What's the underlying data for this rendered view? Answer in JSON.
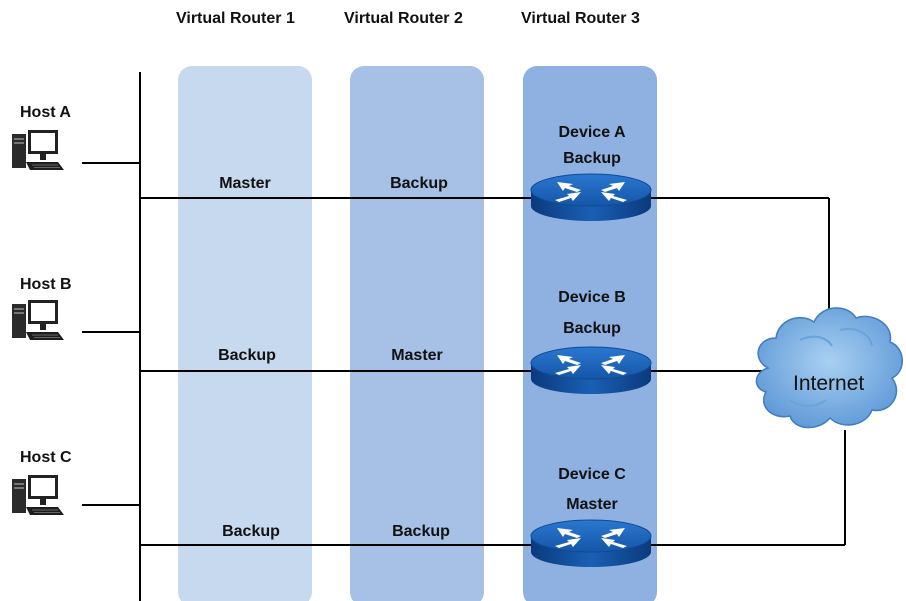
{
  "virtual_routers": [
    {
      "title": "Virtual Router 1",
      "color": "#c7d9ef"
    },
    {
      "title": "Virtual Router 2",
      "color": "#a6c0e6"
    },
    {
      "title": "Virtual Router 3",
      "color": "#8fb1e2"
    }
  ],
  "hosts": [
    {
      "name": "Host A"
    },
    {
      "name": "Host B"
    },
    {
      "name": "Host C"
    }
  ],
  "devices": [
    {
      "name": "Device A",
      "role": "Backup"
    },
    {
      "name": "Device B",
      "role": "Backup"
    },
    {
      "name": "Device C",
      "role": "Master"
    }
  ],
  "roles": {
    "row_a": {
      "vr1": "Master",
      "vr2": "Backup"
    },
    "row_b": {
      "vr1": "Backup",
      "vr2": "Master"
    },
    "row_c": {
      "vr1": "Backup",
      "vr2": "Backup"
    }
  },
  "internet": {
    "label": "Internet"
  },
  "colors": {
    "router": "#1a5fb4",
    "router_dark": "#0d3f86",
    "cloud": "#7fb2e5",
    "line": "#000000"
  }
}
